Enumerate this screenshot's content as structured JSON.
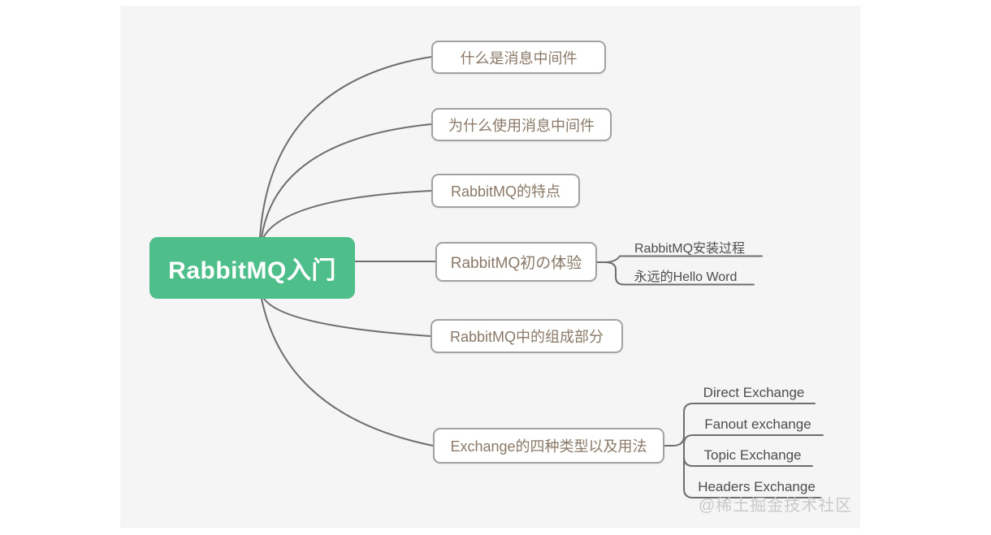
{
  "colors": {
    "root_bg": "#4ebe8b",
    "root_text": "#ffffff",
    "canvas_bg": "#f5f5f6",
    "connector_line": "#6e6e6e",
    "branch_border": "#a2a2a2",
    "branch_text": "#8a7968",
    "leaf_text": "#4d4d4d",
    "watermark_text": "#c9c9c9"
  },
  "mindmap": {
    "root": {
      "label": "RabbitMQ入门"
    },
    "branches": [
      {
        "label": "什么是消息中间件",
        "children": []
      },
      {
        "label": "为什么使用消息中间件",
        "children": []
      },
      {
        "label": "RabbitMQ的特点",
        "children": []
      },
      {
        "label": "RabbitMQ初の体验",
        "children": [
          "RabbitMQ安装过程",
          "永远的Hello Word"
        ]
      },
      {
        "label": "RabbitMQ中的组成部分",
        "children": []
      },
      {
        "label": "Exchange的四种类型以及用法",
        "children": [
          "Direct Exchange",
          "Fanout exchange",
          "Topic Exchange",
          "Headers Exchange"
        ]
      }
    ]
  },
  "watermark": "@稀土掘金技术社区"
}
